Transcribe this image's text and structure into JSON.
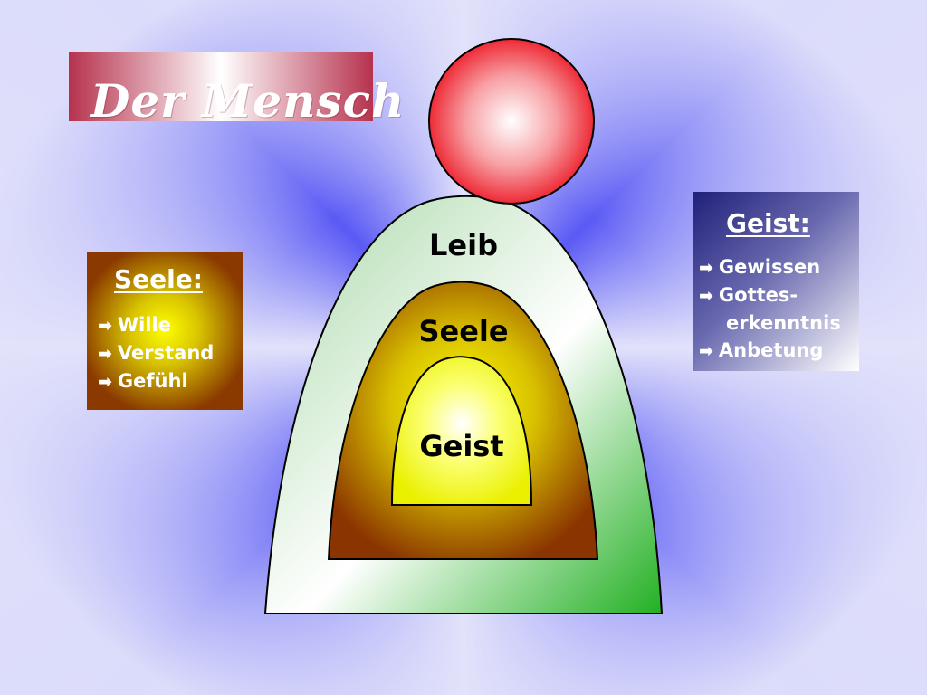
{
  "title": "Der Mensch",
  "diagram": {
    "outer_label": "Leib",
    "middle_label": "Seele",
    "inner_label": "Geist"
  },
  "seele_panel": {
    "heading": "Seele:",
    "items": [
      "Wille",
      "Verstand",
      "Gefühl"
    ]
  },
  "geist_panel": {
    "heading": "Geist:",
    "items": [
      "Gewissen",
      "Gottes-",
      "erkenntnis",
      "Anbetung"
    ]
  },
  "colors": {
    "background_center": "#5a5af5",
    "title_gradient": "#b6324e",
    "head": "#f04048",
    "leib": "#2fae2f",
    "seele": "#8a3a00",
    "geist": "#ffff40"
  }
}
